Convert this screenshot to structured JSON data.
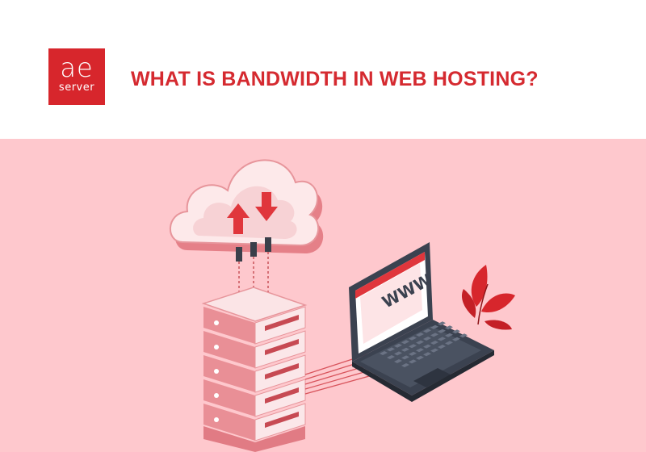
{
  "header": {
    "logo": {
      "top_text": "ae",
      "bottom_text": "server",
      "color": "#d7262c"
    },
    "title": "WHAT IS BANDWIDTH IN WEB HOSTING?",
    "title_color": "#d52a30"
  },
  "illustration": {
    "background": "#fec8cd",
    "screen_text": "WWW",
    "icons": [
      "cloud-icon",
      "upload-arrow-icon",
      "download-arrow-icon",
      "server-rack-icon",
      "laptop-icon",
      "plant-icon"
    ]
  }
}
